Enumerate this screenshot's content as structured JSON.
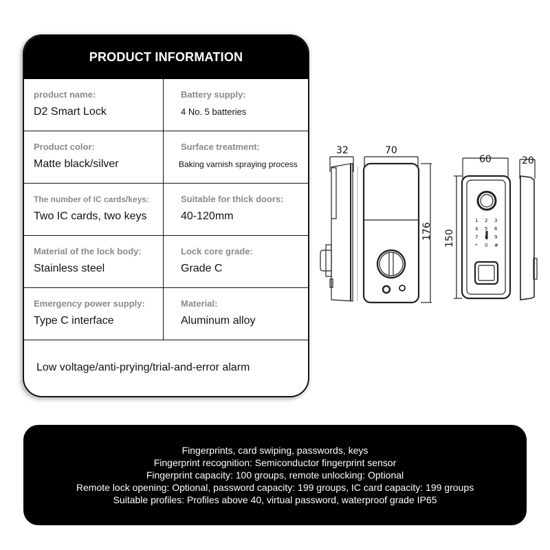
{
  "card": {
    "title": "PRODUCT INFORMATION",
    "rows": [
      {
        "left": {
          "label": "product name:",
          "value": "D2 Smart Lock"
        },
        "right": {
          "label": "Battery supply:",
          "value": "4 No. 5 batteries"
        }
      },
      {
        "left": {
          "label": "Product color:",
          "value": "Matte black/silver"
        },
        "right": {
          "label": "Surface treatment:",
          "value": "Baking varnish spraying process"
        }
      },
      {
        "left": {
          "label": "The number of IC cards/keys:",
          "value": "Two IC cards, two keys"
        },
        "right": {
          "label": "Suitable for thick doors:",
          "value": "40-120mm"
        }
      },
      {
        "left": {
          "label": "Material of the lock body:",
          "value": "Stainless steel"
        },
        "right": {
          "label": "Lock core grade:",
          "value": "Grade C"
        }
      },
      {
        "left": {
          "label": "Emergency power supply:",
          "value": "Type C interface"
        },
        "right": {
          "label": "Material:",
          "value": "Aluminum alloy"
        }
      }
    ],
    "alarm": "Low voltage/anti-prying/trial-and-error alarm"
  },
  "drawings": {
    "back_side_depth": "32",
    "back_width": "70",
    "back_height": "176",
    "front_width": "60",
    "front_height": "150",
    "front_side_depth": "20",
    "keypad_keys": [
      "1",
      "2",
      "3",
      "4",
      "5",
      "6",
      "7",
      "8",
      "9",
      "*",
      "0",
      "#"
    ]
  },
  "features": {
    "lines": [
      "Fingerprints, card swiping, passwords, keys",
      "Fingerprint recognition: Semiconductor fingerprint sensor",
      "Fingerprint capacity: 100 groups, remote unlocking: Optional",
      "Remote lock opening: Optional, password capacity: 199 groups, IC card capacity: 199 groups",
      "Suitable profiles: Profiles above 40, virtual password, waterproof grade IP65"
    ]
  },
  "colors": {
    "header_bg": "#000000",
    "label_text": "#8a8a8a",
    "value_text": "#111111",
    "panel_bg": "#000000"
  }
}
